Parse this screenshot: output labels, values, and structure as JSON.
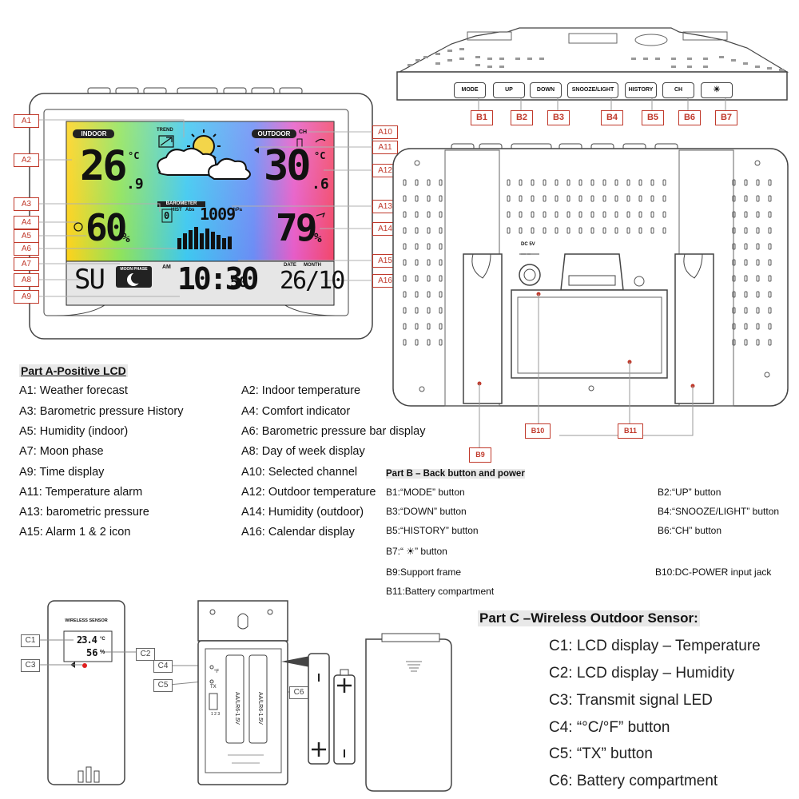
{
  "part_a": {
    "heading": "Part A-Positive LCD",
    "tags": [
      "A1",
      "A2",
      "A3",
      "A4",
      "A5",
      "A6",
      "A7",
      "A8",
      "A9",
      "A10",
      "A11",
      "A12",
      "A13",
      "A14",
      "A15",
      "A16"
    ],
    "items_left": [
      "A1: Weather forecast",
      "A3: Barometric pressure History",
      "A5: Humidity (indoor)",
      "A7: Moon phase",
      "A9: Time display",
      "A11: Temperature alarm",
      "A13: barometric pressure",
      "A15: Alarm 1 & 2 icon"
    ],
    "items_right": [
      "A2: Indoor temperature",
      "A4: Comfort indicator",
      "A6: Barometric pressure bar display",
      "A8: Day of week display",
      "A10: Selected channel",
      "A12: Outdoor temperature",
      "A14: Humidity (outdoor)",
      "A16: Calendar display"
    ],
    "lcd": {
      "indoor_label": "INDOOR",
      "outdoor_label": "OUTDOOR",
      "trend_label": "TREND",
      "indoor_temp": "26",
      "indoor_temp_dec": ".9",
      "outdoor_temp": "30",
      "outdoor_temp_dec": ".6",
      "temp_unit": "°C",
      "indoor_humidity": "60",
      "outdoor_humidity": "79",
      "humidity_unit": "%",
      "barometer_label": "BAROMETER",
      "hist_label": "HIST",
      "abs_label": "Abs",
      "pressure": "1009",
      "pressure_unit": "hPa",
      "history_digit": "0",
      "day": "SU",
      "moon_phase_label": "MOON PHASE",
      "am_label": "AM",
      "time": "10:30",
      "seconds": "50",
      "date_label": "DATE",
      "month_label": "MONTH",
      "date": "26/10",
      "channel": "CH"
    }
  },
  "part_b": {
    "heading": "Part B – Back button and power",
    "buttons": [
      "MODE",
      "UP",
      "DOWN",
      "SNOOZE/LIGHT",
      "HISTORY",
      "CH",
      "☀"
    ],
    "tags": [
      "B1",
      "B2",
      "B3",
      "B4",
      "B5",
      "B6",
      "B7"
    ],
    "extra_tags": {
      "b9": "B9",
      "b10": "B10",
      "b11": "B11"
    },
    "dc_label": "DC  5V",
    "items": [
      {
        "text": "B1:“MODE” button"
      },
      {
        "text": "B2:“UP” button"
      },
      {
        "text": "B3:“DOWN” button"
      },
      {
        "text": "B4:“SNOOZE/LIGHT” button"
      },
      {
        "text": "B5:“HISTORY” button"
      },
      {
        "text": "B6:“CH” button"
      },
      {
        "text": "B7:“ ☀” button"
      },
      {
        "text": "B9:Support frame"
      },
      {
        "text": "B10:DC-POWER input jack"
      },
      {
        "text": "B11:Battery compartment"
      }
    ]
  },
  "part_c": {
    "heading": "Part C –Wireless Outdoor Sensor:",
    "sensor_label": "WIRELESS SENSOR",
    "sensor_temp": "23.4",
    "sensor_temp_unit": "°C",
    "sensor_humidity": "56",
    "sensor_humidity_unit": "%",
    "tags": [
      "C1",
      "C2",
      "C3",
      "C4",
      "C5",
      "C6"
    ],
    "switch_labels": {
      "f": "°F",
      "tx": "TX",
      "one": "1 2 3"
    },
    "battery_text": "AA/LR6-1.5V",
    "items": [
      "C1: LCD display – Temperature",
      "C2: LCD display – Humidity",
      "C3: Transmit signal LED",
      "C4: “°C/°F” button",
      "C5: “TX” button",
      "C6: Battery compartment"
    ]
  },
  "colors": {
    "tag_red": "#c0392b",
    "led_red": "#e02020"
  }
}
